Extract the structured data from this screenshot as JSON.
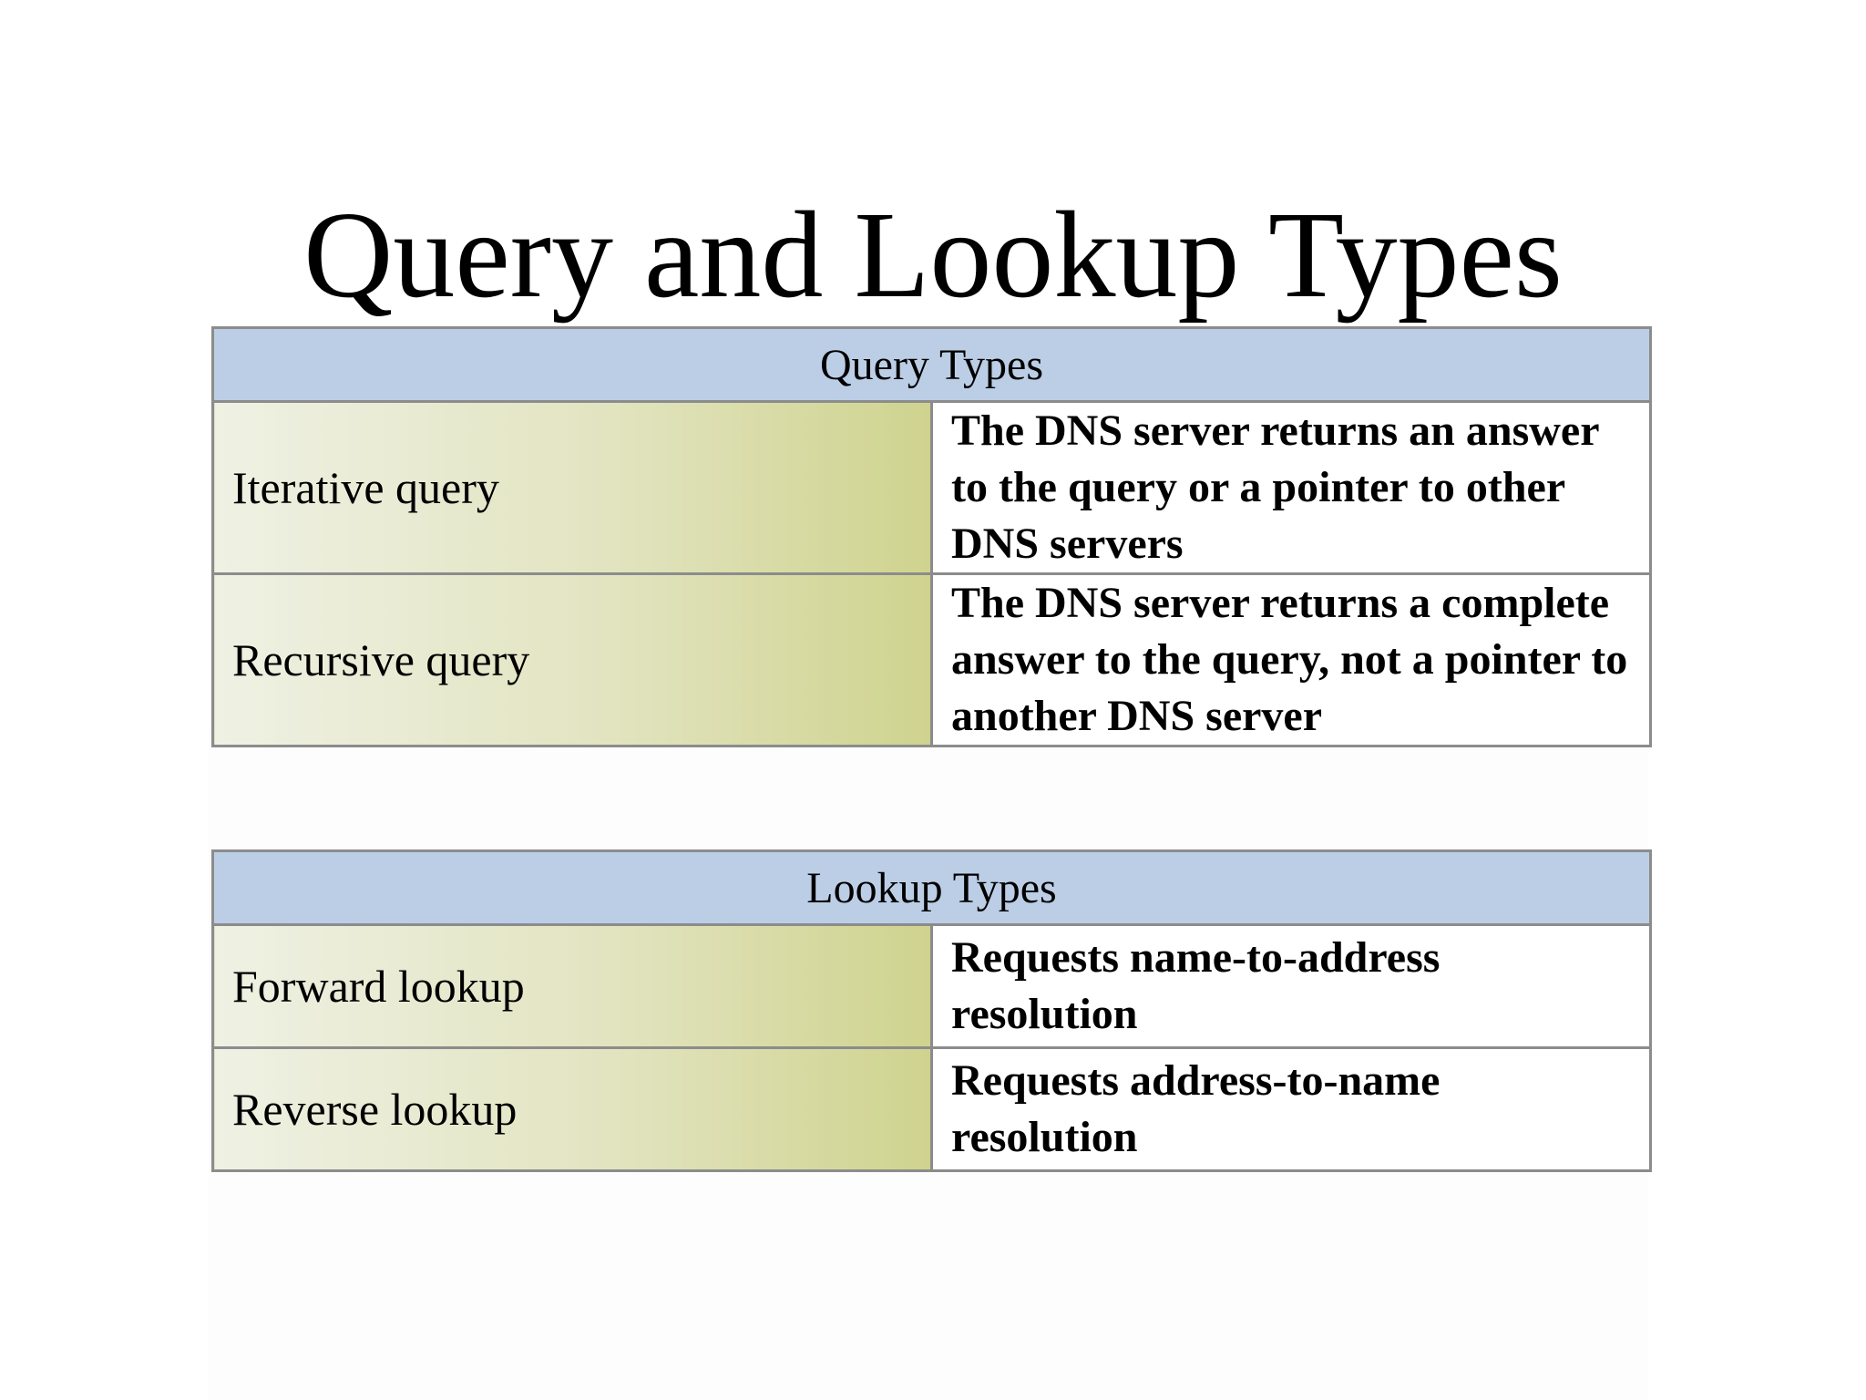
{
  "slide": {
    "title": "Query and Lookup Types"
  },
  "query_table": {
    "header": "Query Types",
    "rows": [
      {
        "term": "Iterative query",
        "definition": "The DNS server returns an answer to the query or a pointer to other DNS servers"
      },
      {
        "term": "Recursive query",
        "definition": "The DNS server returns a complete answer to the query, not a pointer to another DNS server"
      }
    ]
  },
  "lookup_table": {
    "header": "Lookup Types",
    "rows": [
      {
        "term": "Forward lookup",
        "definition": "Requests name-to-address resolution"
      },
      {
        "term": "Reverse lookup",
        "definition": "Requests address-to-name resolution"
      }
    ]
  },
  "colors": {
    "header_fill": "#bccee6",
    "term_fill_light": "#eff1e4",
    "term_fill_dark": "#cfd38e",
    "border": "#8c8c8c"
  }
}
